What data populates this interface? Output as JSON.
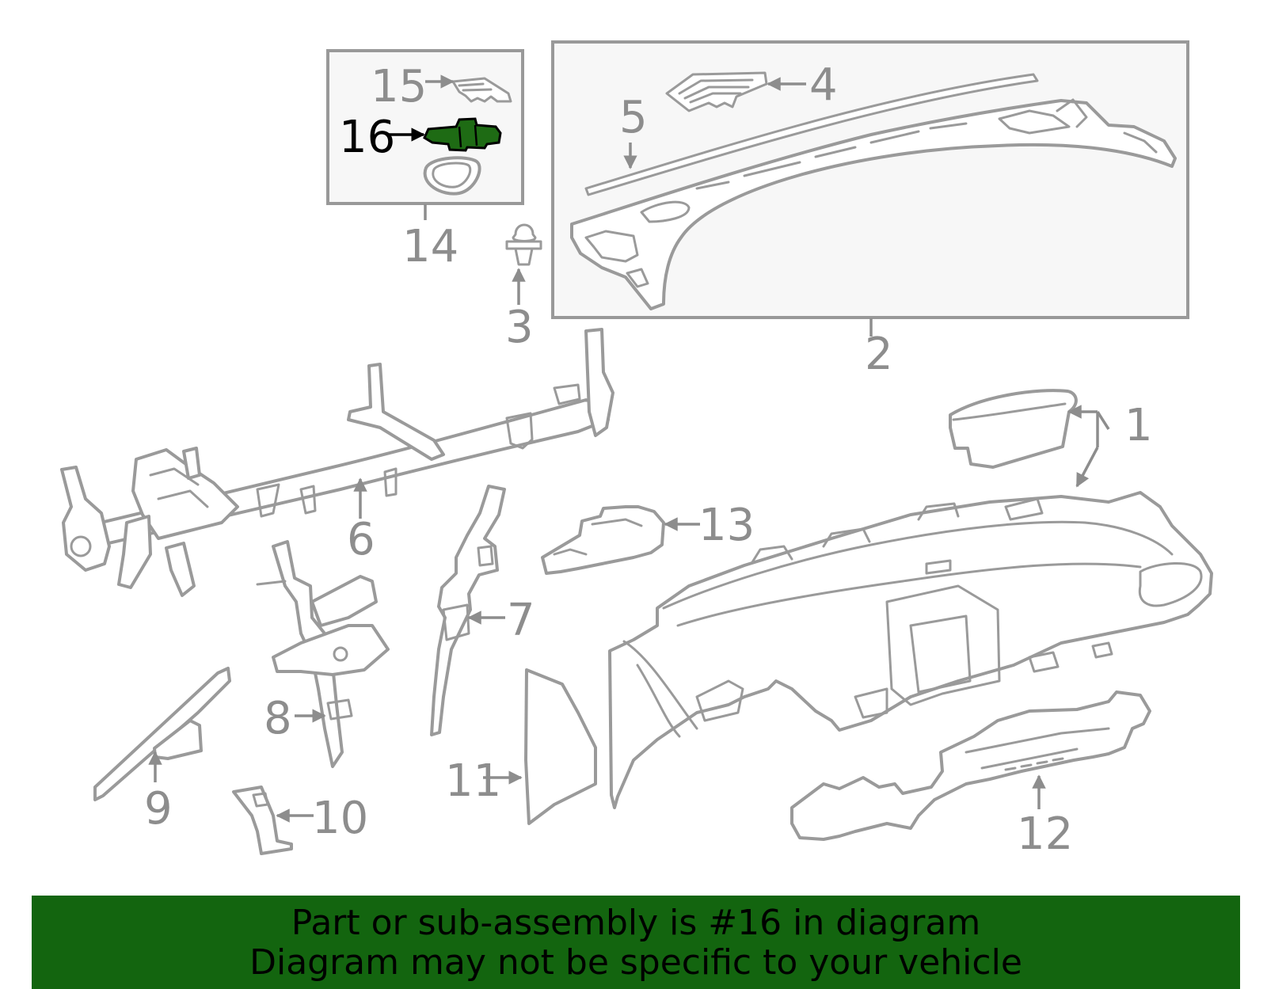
{
  "callouts": {
    "c1": "1",
    "c2": "2",
    "c3": "3",
    "c4": "4",
    "c5": "5",
    "c6": "6",
    "c7": "7",
    "c8": "8",
    "c9": "9",
    "c10": "10",
    "c11": "11",
    "c12": "12",
    "c13": "13",
    "c14": "14",
    "c15": "15",
    "c16": "16"
  },
  "highlighted_part": "16",
  "colors": {
    "highlight": "#1e6b14",
    "banner": "#13650f",
    "line": "#9a9a9a",
    "label": "#8d8d8d"
  },
  "banner": {
    "line1": "Part or sub-assembly is #16 in diagram",
    "line2": "Diagram may not be specific to your vehicle"
  }
}
